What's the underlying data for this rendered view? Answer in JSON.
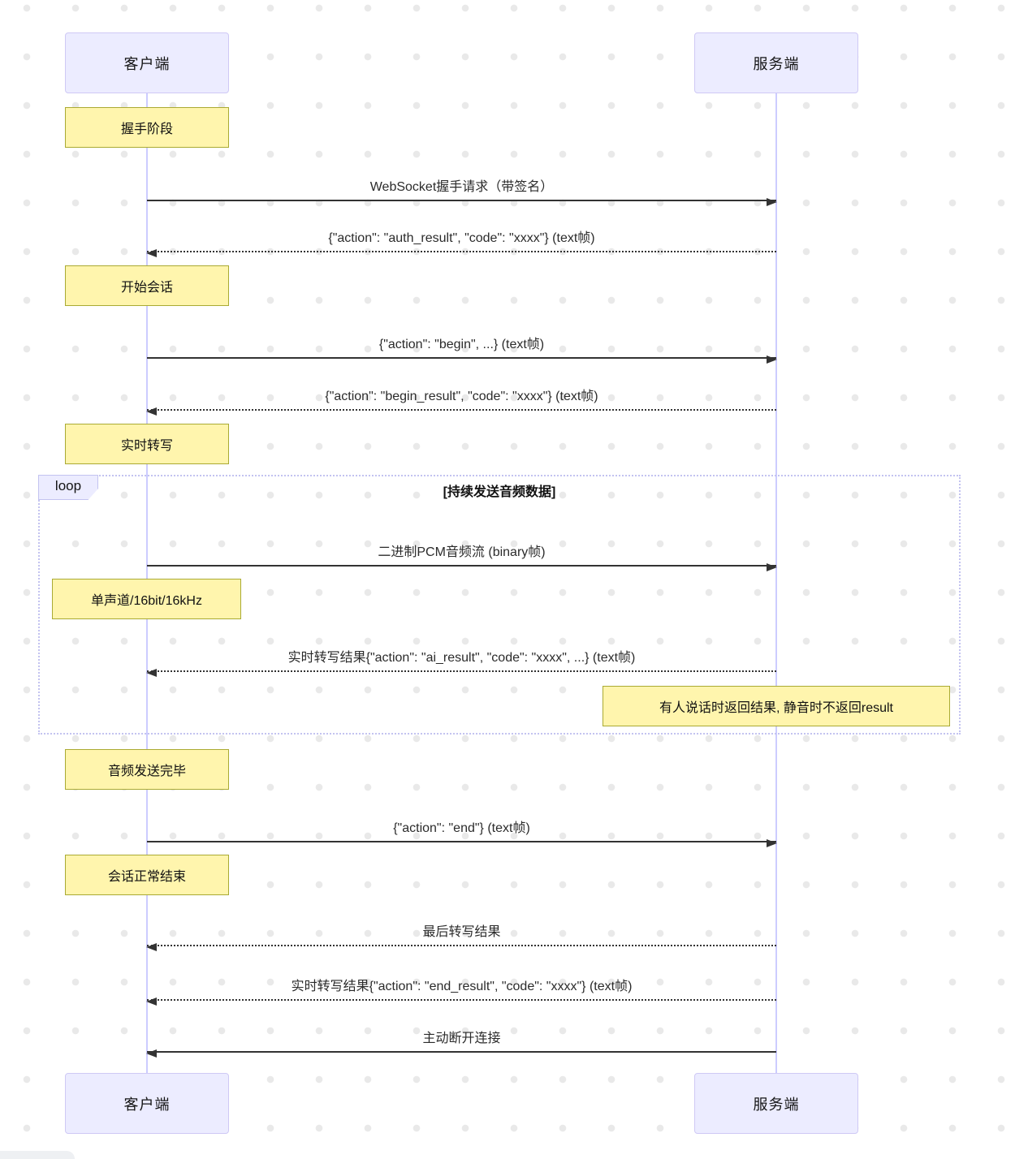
{
  "colors": {
    "actor_fill": "#ECECFF",
    "actor_border": "#cfc9f5",
    "lifeline": "#ccccff",
    "note_fill": "#fff5ad",
    "note_border": "#aaaa33",
    "loop_border": "#c3c3f0",
    "arrow": "#333333",
    "dot_grid": "#e9e9e9"
  },
  "diagram": {
    "actors": {
      "client": "客户端",
      "server": "服务端"
    },
    "notes": {
      "handshake": "握手阶段",
      "begin_session": "开始会话",
      "realtime": "实时转写",
      "audio_format": "单声道/16bit/16kHz",
      "result_hint": "有人说话时返回结果, 静音时不返回result",
      "audio_done": "音频发送完毕",
      "session_end": "会话正常结束"
    },
    "loop": {
      "label": "loop",
      "title": "[持续发送音频数据]"
    },
    "messages": [
      {
        "text": "WebSocket握手请求（带签名）",
        "style": "solid",
        "direction": "right"
      },
      {
        "text": "{\"action\": \"auth_result\", \"code\": \"xxxx\"} (text帧)",
        "style": "dashed",
        "direction": "left"
      },
      {
        "text": "{\"action\": \"begin\", ...} (text帧)",
        "style": "solid",
        "direction": "right"
      },
      {
        "text": "{\"action\": \"begin_result\", \"code\": \"xxxx\"} (text帧)",
        "style": "dashed",
        "direction": "left"
      },
      {
        "text": "二进制PCM音频流 (binary帧)",
        "style": "solid",
        "direction": "right"
      },
      {
        "text": "实时转写结果{\"action\": \"ai_result\", \"code\": \"xxxx\", ...} (text帧)",
        "style": "dashed",
        "direction": "left"
      },
      {
        "text": "{\"action\": \"end\"} (text帧)",
        "style": "solid",
        "direction": "right"
      },
      {
        "text": "最后转写结果",
        "style": "dashed",
        "direction": "left"
      },
      {
        "text": "实时转写结果{\"action\": \"end_result\", \"code\": \"xxxx\"} (text帧)",
        "style": "dashed",
        "direction": "left"
      },
      {
        "text": "主动断开连接",
        "style": "solid",
        "direction": "left"
      }
    ]
  }
}
